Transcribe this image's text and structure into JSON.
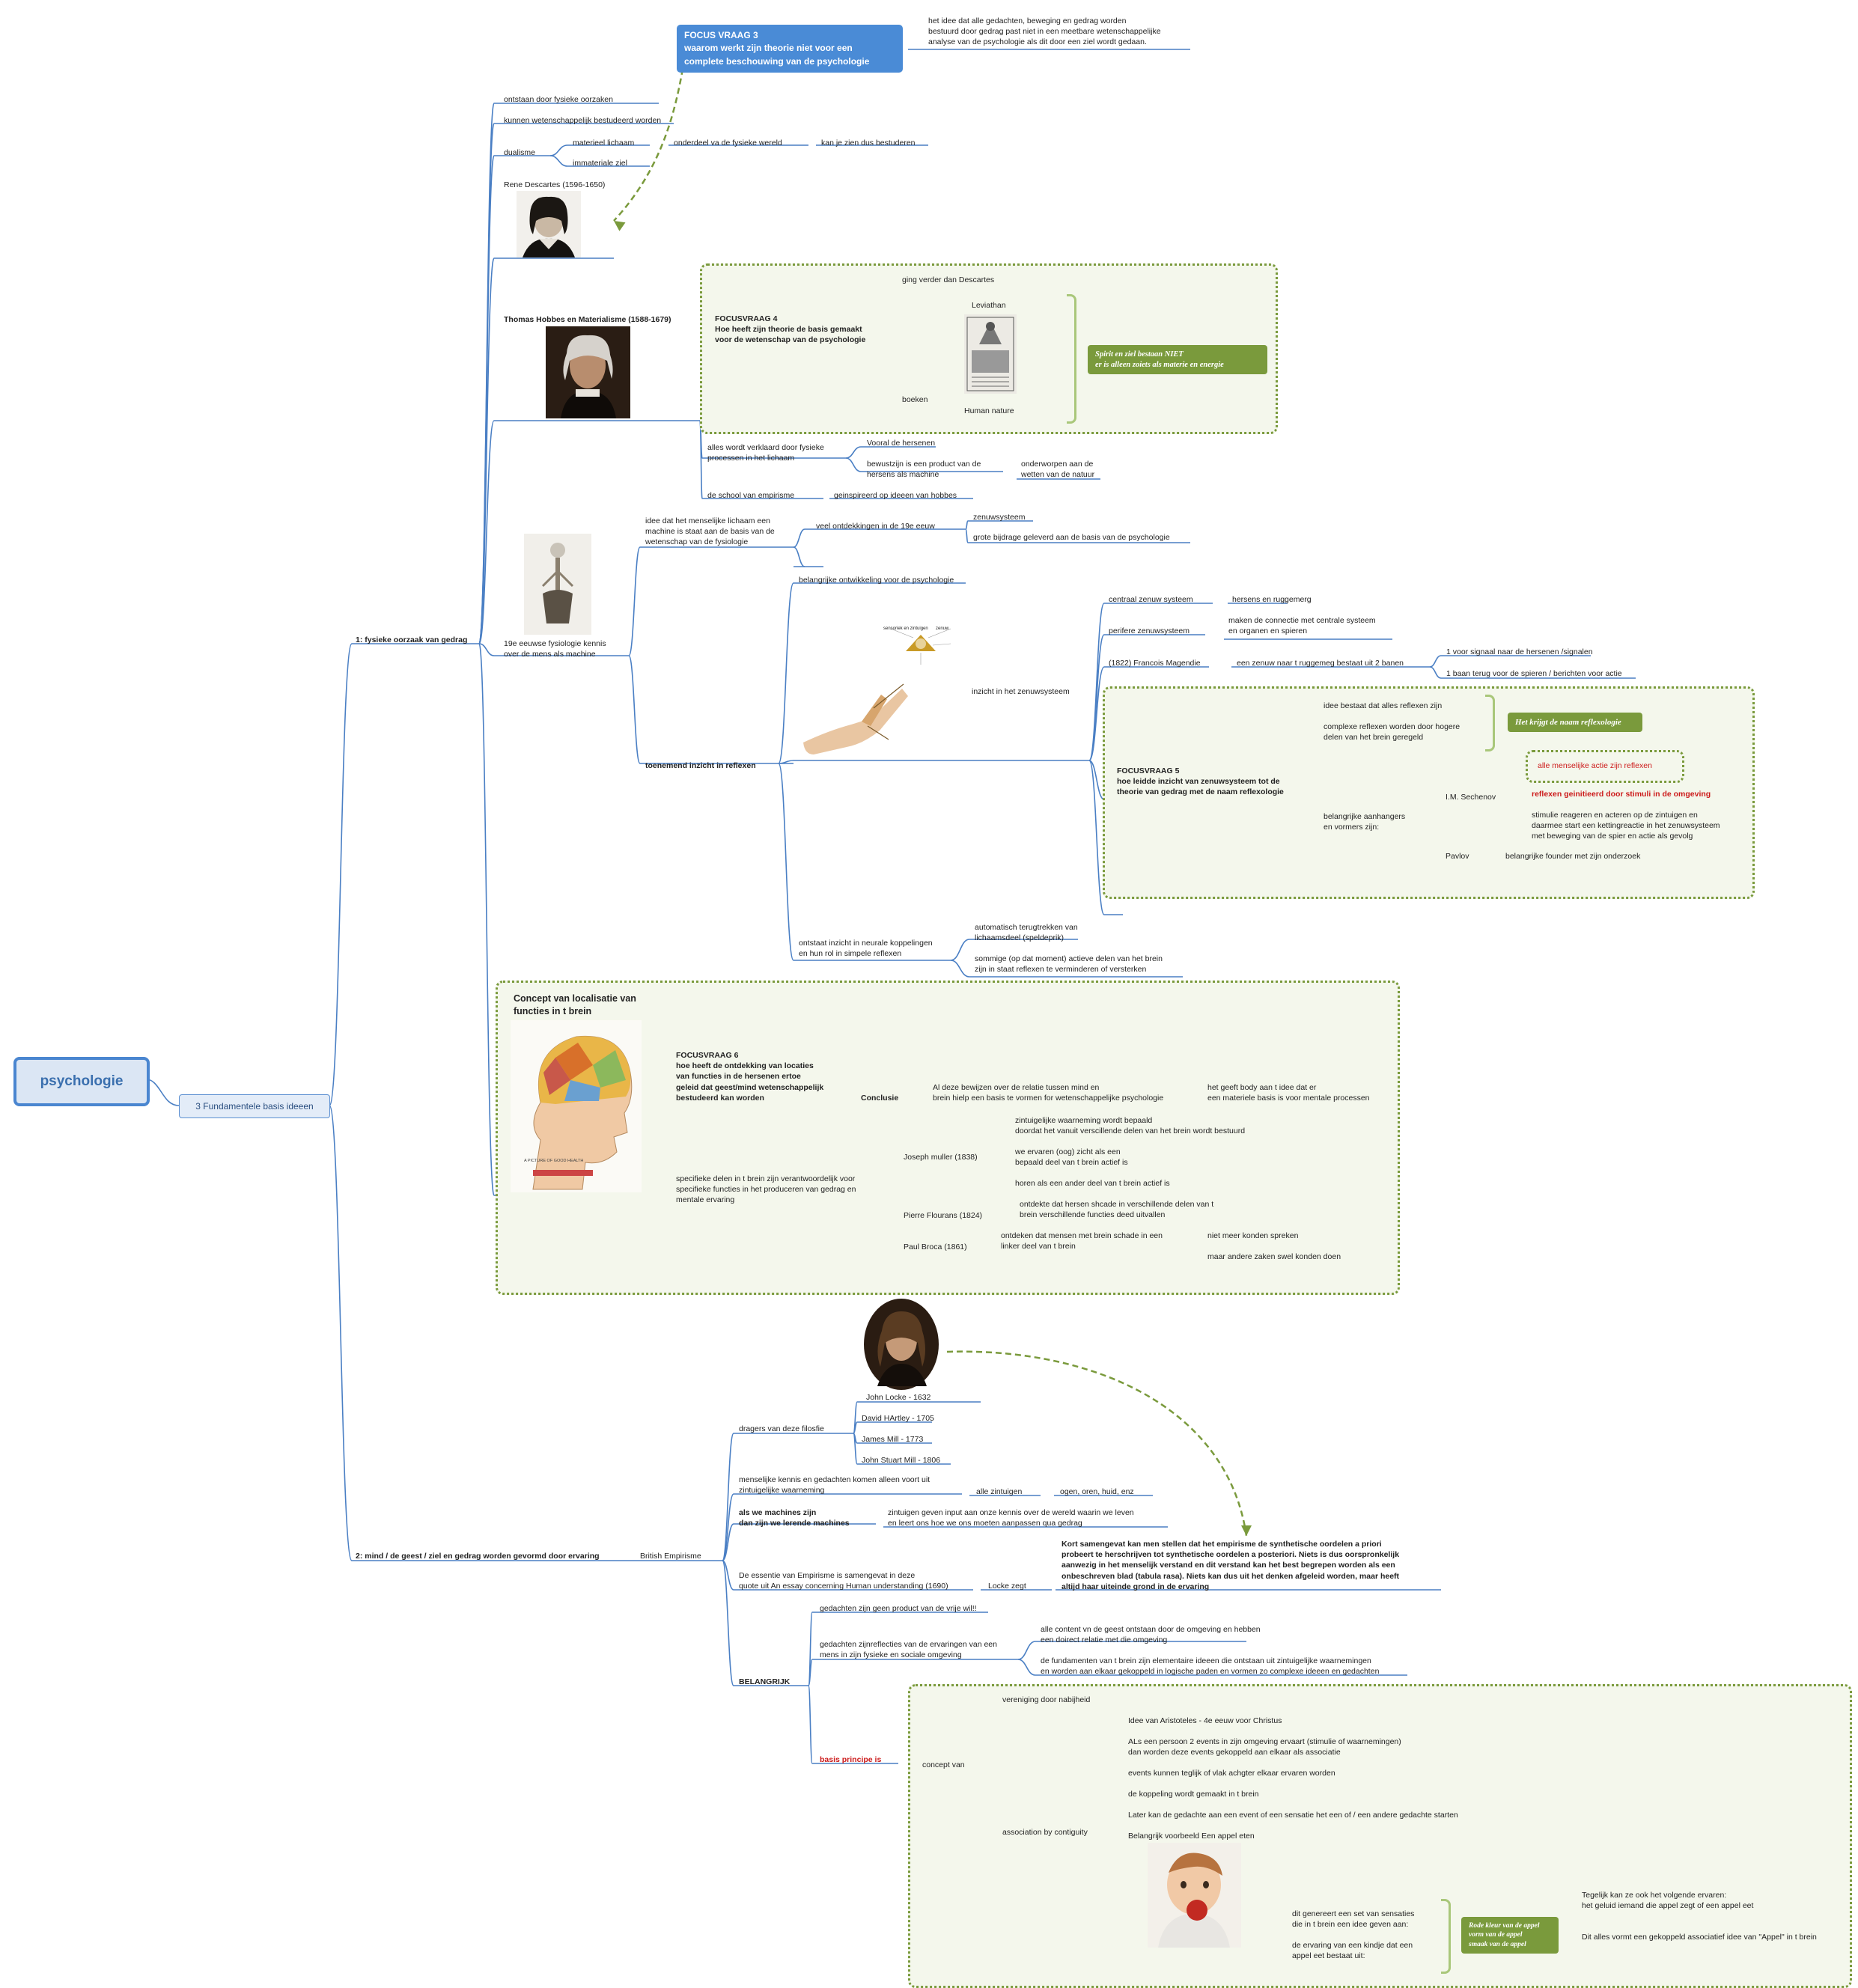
{
  "root": {
    "label": "psychologie"
  },
  "basis": {
    "label": "3 Fundamentele basis ideeen"
  },
  "branch1": {
    "label": "1: fysieke oorzaak van gedrag",
    "items": {
      "fysiek": "ontstaan door fysieke oorzaken",
      "wetenschap": "kunnen wetenschappelijk bestudeerd worden",
      "dualisme": "dualisme",
      "materieel": "materieel lichaam",
      "immaterieel": "immateriale ziel",
      "onderdeel": "onderdeel va de fysieke wereld",
      "bestuderen": "kan je zien dus bestuderen",
      "descartes": "Rene Descartes (1596-1650)"
    },
    "focus3": {
      "title": "FOCUS VRAAG 3\nwaarom werkt zijn theorie niet voor een\ncomplete beschouwing van de psychologie",
      "answer": "het idee dat alle gedachten, beweging  en gedrag worden\nbestuurd door gedrag past niet in een meetbare  wetenschappelijke\nanalyse van de psychologie als dit door een ziel wordt gedaan."
    },
    "hobbes": {
      "title": "Thomas Hobbes en Materialisme (1588-1679)",
      "focus4": "FOCUSVRAAG 4\nHoe heeft zijn theorie de basis gemaakt\nvoor de wetenschap van de psychologie",
      "verder": "ging verder dan Descartes",
      "leviathan": "Leviathan",
      "boeken": "boeken",
      "human": "Human nature",
      "spirit": "Spirit en ziel bestaan NIET\ner is alleen zoiets als materie en energie",
      "verklaard": "alles wordt verklaard door fysieke\nprocessen in het lichaam",
      "hersenen": "Vooral de hersenen",
      "bewust": "bewustzijn is een product van de\nhersens als machine",
      "wetten": "onderworpen aan de\nwetten van de natuur",
      "empirisme": "de school van empirisme",
      "geinspireerd": "geinspireerd op ideeen van hobbes"
    },
    "fysiologie": {
      "label": "19e eeuwse fysiologie kennis\nover de mens als machine",
      "idee": "idee dat het menselijke lichaam een\nmachine is staat aan de basis van de\n wetenschap van de fysiologie",
      "ontdekkingen": "veel ontdekkingen in de 19e eeuw",
      "zenuwsysteem": "zenuwsysteem",
      "bijdrage": "grote bijdrage geleverd aan de basis van de psychologie",
      "ontwikkeling": "belangrijke ontwikkeling voor de psychologie",
      "reflexen": "toenemend inzicht in   reflexen",
      "inzicht": "inzicht in het zenuwsysteem",
      "centraal": "centraal zenuw systeem",
      "ruggenmerg": "hersens en ruggemerg",
      "perifeer": "perifere zenuwsysteem",
      "connectie": "maken de connectie met centrale systeem\nen organen en spieren",
      "magendie": "(1822) Francois Magendie",
      "banen": "een zenuw naar t ruggemeg bestaat uit 2 banen",
      "baan1": "1 voor signaal naar de hersenen /signalen",
      "baan2": "1 baan terug voor de spieren / berichten voor actie",
      "neuraal": "ontstaat inzicht in neurale koppelingen\nen hun rol in simpele reflexen",
      "terug": "automatisch terugtrekken van\nlichaamsdeel (speldeprik)",
      "sommige": "sommige (op dat moment) actieve delen van het brein\nzijn in staat reflexen te verminderen of versterken",
      "diagram_labels": [
        "sensoriek en zintuigen",
        "zenuw"
      ]
    },
    "focus5": {
      "title": "FOCUSVRAAG 5\nhoe leidde inzicht van zenuwsysteem tot de\ntheorie van gedrag met de naam reflexologie",
      "alle": "idee bestaat dat alles reflexen zijn",
      "complex": "complexe reflexen worden door hogere\ndelen van het brein geregeld",
      "tag": "Het krijgt de naam reflexologie",
      "aanhangers": "belangrijke aanhangers\nen vormers zijn:",
      "sechenov": "I.M. Sechenov",
      "actie": "alle menselijke actie zijn  reflexen",
      "stimuli": "reflexen geinitieerd door stimuli in de omgeving",
      "reageren": "stimulie reageren en acteren op de zintuigen en\n daarmee start een kettingreactie in het zenuwsysteem\nmet beweging van de spier en actie als gevolg",
      "pavlov": "Pavlov",
      "founder": "belangrijke founder met zijn onderzoek"
    },
    "concept": {
      "title": "Concept van localisatie van\nfuncties in t brein",
      "focus6": "FOCUSVRAAG 6\nhoe heeft de ontdekking van locaties\nvan functies in de hersenen ertoe\ngeleid dat geest/mind wetenschappelijk\nbestudeerd kan worden",
      "conclusie": "Conclusie",
      "bewijzen": "Al deze bewijzen over de relatie tussen mind en\nbrein hielp een basis te vormen for wetenschappelijke psychologie",
      "body": "het geeft body aan t idee dat er\neen materiele basis is voor mentale processen",
      "specifiek": "specifieke delen in t brein zijn verantwoordelijk voor\nspecifieke functies in het produceren van gedrag en\n mentale ervaring",
      "muller": "Joseph muller (1838)",
      "m1": "zintuigelijke waarneming wordt bepaald\ndoordat het vanuit verscillende delen van het brein wordt bestuurd",
      "m2": "we ervaren (oog) zicht als een\nbepaald deel van t brein actief is",
      "m3": "horen als een ander deel van t brein actief is",
      "flourens": "Pierre Flourans (1824)",
      "f1": "ontdekte dat hersen shcade in verschillende delen van t\nbrein verschillende functies deed uitvallen",
      "broca": "Paul Broca (1861)",
      "b1": "ontdeken dat mensen met brein schade in een\nlinker deel van t brein",
      "b2": "niet meer konden spreken",
      "b3": "maar andere zaken swel konden doen",
      "phrenology_caption": "A PICTURE OF GOOD HEALTH"
    }
  },
  "branch2": {
    "label": "2: mind / de geest / ziel en gedrag worden gevormd door ervaring",
    "british": "British Empirisme",
    "dragers": "dragers van deze filosfie",
    "people": [
      "John Locke - 1632",
      "David HArtley - 1705",
      "James Mill - 1773",
      "John Stuart Mill - 1806"
    ],
    "kennis": "menselijke kennis en gedachten komen alleen voort uit\nzintuigelijke waarneming",
    "zintuigen": "alle zintuigen",
    "ogen": "ogen, oren, huid, enz",
    "machines": "als we machines zijn\ndan zijn we lerende machines",
    "input": "zintuigen geven input aan onze kennis over de wereld waarin we leven\nen leert ons hoe we ons moeten aanpassen qua gedrag",
    "essentie": "De essentie van Empirisme is samengevat in deze\nquote uit An essay concerning Human understanding (1690)",
    "locke": "Locke zegt",
    "quote": "Kort samengevat kan men stellen dat het empirisme de synthetische oordelen a priori\nprobeert te herschrijven tot synthetische oordelen a posteriori. Niets is dus oorspronkelijk\naanwezig in het menselijk verstand en dit verstand kan het best begrepen worden als een\nonbeschreven blad (tabula rasa). Niets kan dus uit het denken afgeleid worden, maar heeft\naltijd haar uiteinde grond in de ervaring",
    "belangrijk": "BELANGRIJK",
    "vrije": "gedachten zijn geen product van de vrije wil!!",
    "reflecties": "gedachten zijnreflecties van de ervaringen van een\nmens in zijn fysieke en sociale omgeving",
    "content": "alle content vn de geest  ontstaan door de omgeving en hebben\neen doirect relatie met die omgeving",
    "fundamenten": "de fundamenten van t brein zijn elementaire ideeen die ontstaan uit zintuigelijke waarnemingen\nen worden aan elkaar gekoppeld in logische paden en vormen zo complexe ideeen en gedachten",
    "principe": "basis principe is",
    "concept": "concept van",
    "vereniging": "vereniging door nabijheid",
    "contiguity": "association by contiguity",
    "c1": "Idee van Aristoteles - 4e eeuw voor Christus",
    "c2": "ALs een persoon 2 events in zijn omgeving ervaart (stimulie of waarnemingen)\ndan worden deze events gekoppeld aan elkaar als associatie",
    "c3": "events kunnen teglijk of vlak achgter elkaar ervaren worden",
    "c4": "de koppeling wordt gemaakt in t brein",
    "c5": "Later kan de gedachte aan een event of een sensatie het een of / een andere gedachte starten",
    "c6": "Belangrijk voorbeeld Een appel eten",
    "sensaties": "dit genereert een set van sensaties\ndie in t brein een idee geven aan:",
    "ervaring": "de ervaring van een kindje dat een\nappel eet bestaat uit:",
    "rode": "Rode kleur van de appel\nvorm van de appel\nsmaak van de appel",
    "tegelijk": "Tegelijk kan ze ook het volgende ervaren:\nhet geluid iemand die appel zegt of een appel eet",
    "associatief": "Dit alles vormt een gekoppeld associatief idee van \"Appel\" in t brein"
  },
  "colors": {
    "line": "#4a7fc4",
    "accent": "#4a8bd6",
    "green": "#7a9a3c",
    "red": "#cc1a1a"
  }
}
